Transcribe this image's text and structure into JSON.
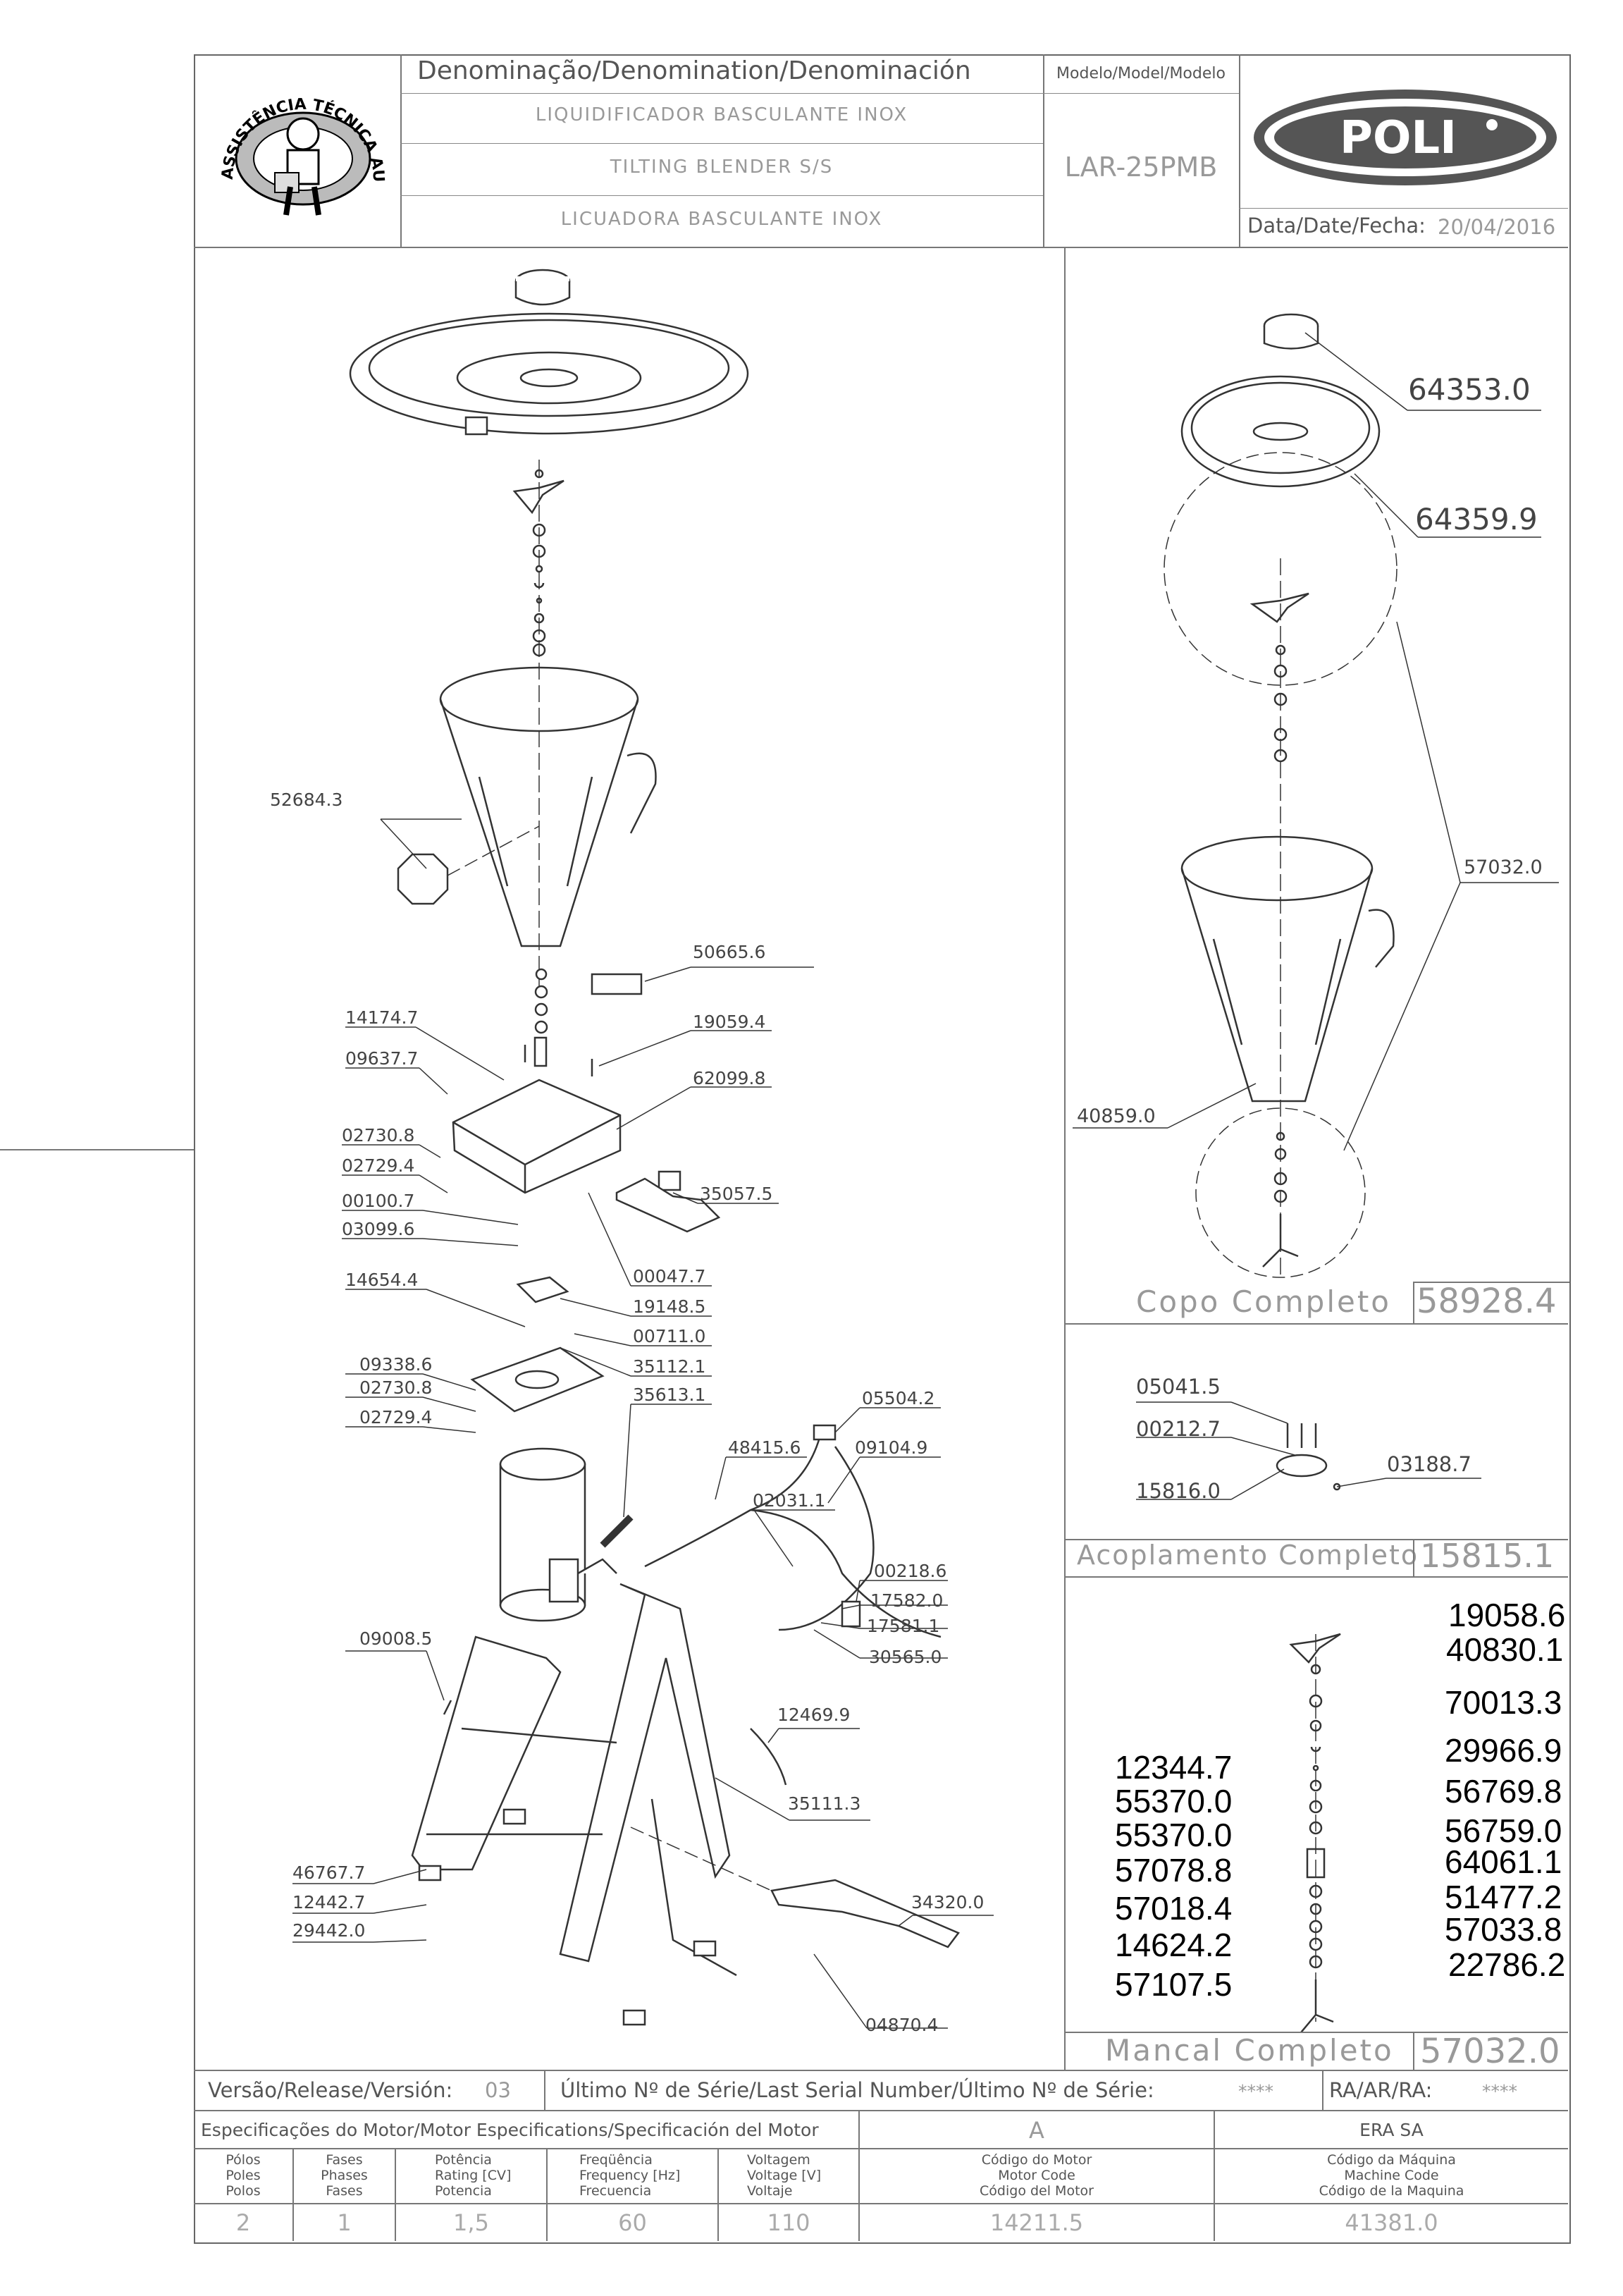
{
  "header": {
    "denomination_label": "Denominação/Denomination/Denominación",
    "name_pt": "LIQUIDIFICADOR BASCULANTE INOX",
    "name_en": "TILTING BLENDER S/S",
    "name_es": "LICUADORA BASCULANTE INOX",
    "model_label": "Modelo/Model/Modelo",
    "model_value": "LAR-25PMB",
    "brand": "POLI",
    "date_label": "Data/Date/Fecha:",
    "date_value": "20/04/2016",
    "seal_text": "ASSISTÊNCIA TÉCNICA AUTORIZADA"
  },
  "main_parts": [
    "52684.3",
    "50665.6",
    "14174.7",
    "19059.4",
    "09637.7",
    "62099.8",
    "02730.8",
    "02729.4",
    "35057.5",
    "00100.7",
    "03099.6",
    "00047.7",
    "14654.4",
    "19148.5",
    "00711.0",
    "09338.6",
    "35112.1",
    "02730.8",
    "35613.1",
    "02729.4",
    "05504.2",
    "48415.6",
    "09104.9",
    "02031.1",
    "00218.6",
    "17582.0",
    "17581.1",
    "09008.5",
    "30565.0",
    "12469.9",
    "35111.3",
    "46767.7",
    "12442.7",
    "29442.0",
    "34320.0",
    "04870.4"
  ],
  "copo": {
    "parts": [
      "64353.0",
      "64359.9",
      "57032.0",
      "40859.0"
    ],
    "title": "Copo Completo",
    "code": "58928.4"
  },
  "acoplamento": {
    "parts": [
      "05041.5",
      "00212.7",
      "03188.7",
      "15816.0"
    ],
    "title": "Acoplamento Completo",
    "code": "15815.1"
  },
  "mancal": {
    "left_codes": [
      "12344.7",
      "55370.0",
      "55370.0",
      "57078.8",
      "57018.4",
      "14624.2",
      "57107.5"
    ],
    "right_codes": [
      "19058.6",
      "40830.1",
      "70013.3",
      "29966.9",
      "56769.8",
      "56759.0",
      "64061.1",
      "51477.2",
      "57033.8",
      "22786.2"
    ],
    "title": "Mancal Completo",
    "code": "57032.0"
  },
  "release": {
    "label": "Versão/Release/Versión:",
    "value": "03",
    "serial_label": "Último Nº de Série/Last Serial Number/Último Nº de Série:",
    "serial_value": "****",
    "ra_label": "RA/AR/RA:",
    "ra_value": "****"
  },
  "motor": {
    "spec_label": "Especificações do Motor/Motor Especifications/Specificación del Motor",
    "spec_value": "A",
    "maker": "ERA SA",
    "headers": [
      [
        "Pólos",
        "Poles",
        "Polos"
      ],
      [
        "Fases",
        "Phases",
        "Fases"
      ],
      [
        "Potência",
        "Rating [CV]",
        "Potencia"
      ],
      [
        "Freqüência",
        "Frequency [Hz]",
        "Frecuencia"
      ],
      [
        "Voltagem",
        "Voltage [V]",
        "Voltaje"
      ],
      [
        "Código do Motor",
        "Motor Code",
        "Código del Motor"
      ],
      [
        "Código da Máquina",
        "Machine Code",
        "Código de la Maquina"
      ]
    ],
    "values": [
      "2",
      "1",
      "1,5",
      "60",
      "110",
      "14211.5",
      "41381.0"
    ]
  }
}
